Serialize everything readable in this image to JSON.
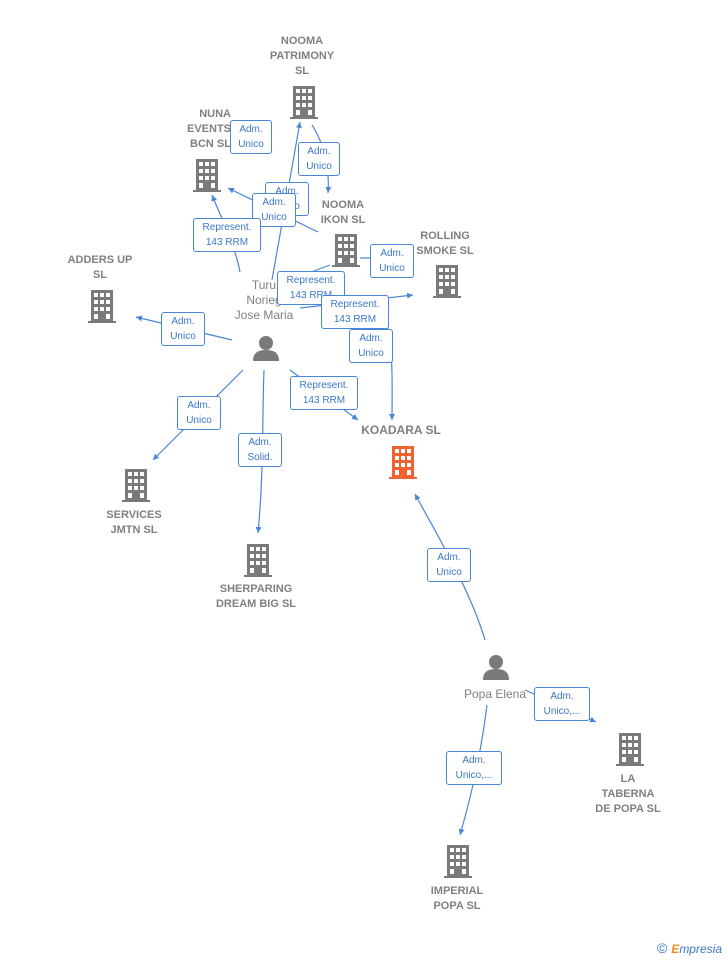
{
  "colors": {
    "edge": "#4a86d6",
    "company_icon": "#7a7a7a",
    "main_company_icon": "#f0622f",
    "person_icon": "#7a7a7a",
    "label_text": "#808080",
    "edge_label_text": "#3a78c9"
  },
  "nodes": {
    "nooma_patrimony": {
      "label": "NOOMA\nPATRIMONY\nSL",
      "icon": "building-icon"
    },
    "nuna_events": {
      "label": "NUNA\nEVENTS\nBCN  SL",
      "icon": "building-icon"
    },
    "nooma_ikon": {
      "label": "NOOMA\nIKON  SL",
      "icon": "building-icon"
    },
    "rolling_smoke": {
      "label": "ROLLING\nSMOKE  SL",
      "icon": "building-icon"
    },
    "adders_up": {
      "label": "ADDERS UP\nSL",
      "icon": "building-icon"
    },
    "koadara": {
      "label": "KOADARA  SL",
      "icon": "building-icon"
    },
    "services_jmtn": {
      "label": "SERVICES\nJMTN  SL",
      "icon": "building-icon"
    },
    "sherparing": {
      "label": "SHERPARING\nDREAM BIG  SL",
      "icon": "building-icon"
    },
    "la_taberna": {
      "label": "LA\nTABERNA\nDE POPA  SL",
      "icon": "building-icon"
    },
    "imperial_popa": {
      "label": "IMPERIAL\nPOPA  SL",
      "icon": "building-icon"
    },
    "turu_noriega": {
      "label": "Turu\nNorieg\nJose Maria",
      "icon": "person-icon"
    },
    "popa_elena": {
      "label": "Popa Elena",
      "icon": "person-icon"
    }
  },
  "edge_labels": {
    "e_nooma_patrimony": "Adm.\nUnico",
    "e_nuna_events": "Adm.\nUnico",
    "e_nooma_ikon_a": "Adm.\nUnico",
    "e_nooma_ikon_b": "Adm.\nUnico",
    "e_represent_nuna": "Represent.\n143 RRM",
    "e_rolling_smoke": "Adm.\nUnico",
    "e_represent_mid1": "Represent.\n143 RRM",
    "e_represent_mid2": "Represent.\n143 RRM",
    "e_adders_up": "Adm.\nUnico",
    "e_koadara_turu": "Adm.\nUnico",
    "e_represent_koadara": "Represent.\n143 RRM",
    "e_services": "Adm.\nUnico",
    "e_sherparing": "Adm.\nSolid.",
    "e_koadara_popa": "Adm.\nUnico",
    "e_taberna": "Adm.\nUnico,...",
    "e_imperial": "Adm.\nUnico,..."
  },
  "watermark": {
    "symbol": "©",
    "brand_first": "E",
    "brand_rest": "mpresia"
  }
}
